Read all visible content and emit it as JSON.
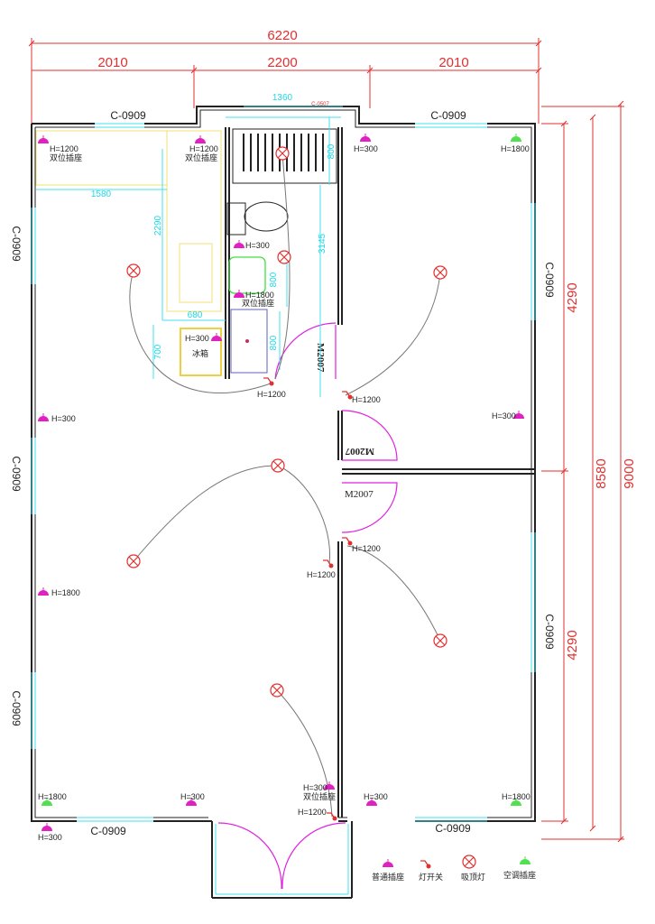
{
  "dimensions": {
    "total_width": "6220",
    "left": "2010",
    "middle": "2200",
    "right": "2010",
    "bath_width": "1360",
    "bath_window": "C-0507",
    "shower_depth": "800",
    "bath_depth": "3145",
    "kitchen_width": "1580",
    "kitchen_depth": "2290",
    "fridge_width": "680",
    "fridge_depth": "700",
    "washer_depth": "800",
    "sink_depth": "800",
    "room_upper": "4290",
    "room_lower": "4290",
    "inner_total": "8580",
    "outer_total": "9000"
  },
  "windows": {
    "w1": "C-0909",
    "w2": "C-0909",
    "w3": "C-0909",
    "w4": "C-0909",
    "w5": "C-0909",
    "w6": "C-0909",
    "w7": "C-0909",
    "w8": "C-0909",
    "w9": "C-0909"
  },
  "doors": {
    "d1": "M2007",
    "d2": "M2007",
    "d3": "M2007"
  },
  "sockets": {
    "s1": "H=1200",
    "s1b": "双位插座",
    "s2": "H=1200",
    "s2b": "双位插座",
    "s3": "H=300",
    "s4": "H=1800",
    "s5": "H=300",
    "s6": "H=1800",
    "s6b": "双位插座",
    "s7": "H=300",
    "s7b": "冰箱",
    "s8": "H=1200",
    "s9": "H=1200",
    "s10": "H=300",
    "s11": "H=1800",
    "s12": "H=300",
    "s13": "H=1200",
    "s14": "H=1800",
    "s15": "H=300",
    "s16": "H=300",
    "s17": "H=300",
    "s17b": "双位插座",
    "s18": "H=1200",
    "s19": "H=300",
    "s20": "H=1800",
    "s21": "H=1200"
  },
  "legend": {
    "socket": "普通插座",
    "switch": "灯开关",
    "ceiling_light": "吸顶灯",
    "ac_socket": "空调插座"
  },
  "colors": {
    "dimension": "#e03030",
    "aux": "#20d8e8",
    "socket": "#e020c0",
    "ac": "#50e050",
    "door": "#e020e0"
  }
}
